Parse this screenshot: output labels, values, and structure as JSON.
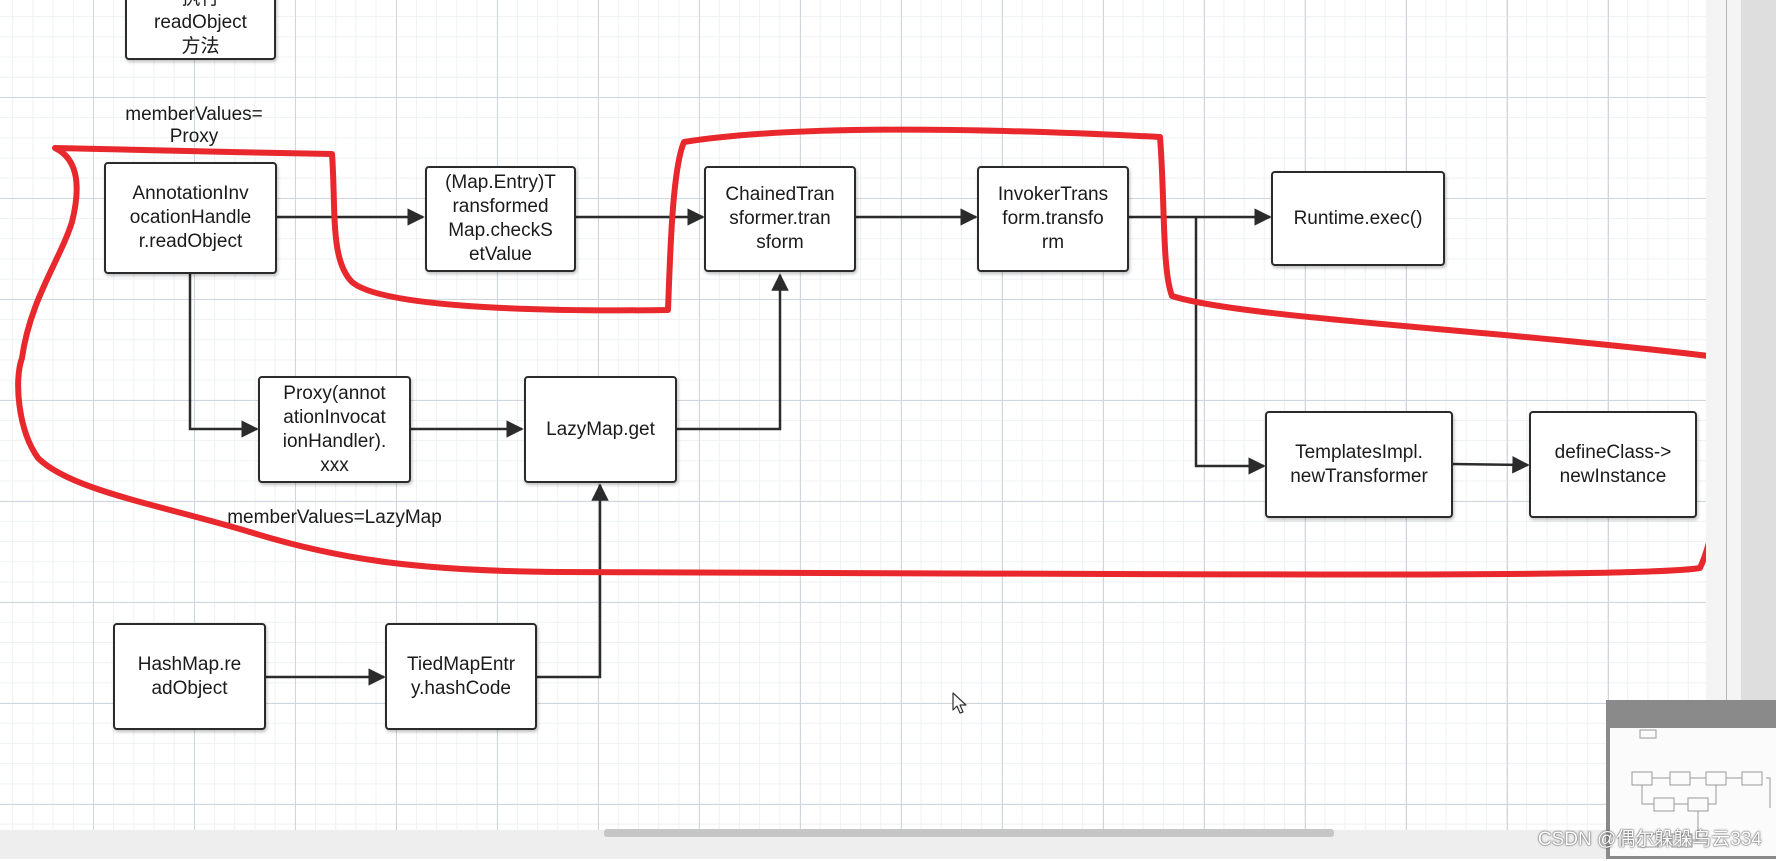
{
  "nodes": {
    "exec_readobject": "执行\nreadObject\n方法",
    "annotation": "AnnotationInv\nocationHandle\nr.readObject",
    "checksetvalue": "(Map.Entry)T\nransformed\nMap.checkS\netValue",
    "chained": "ChainedTran\nsformer.tran\nsform",
    "invoker": "InvokerTrans\nform.transfo\nrm",
    "runtime": "Runtime.exec()",
    "proxy": "Proxy(annot\nationInvocat\nionHandler).\nxxx",
    "lazymap": "LazyMap.get",
    "templates": "TemplatesImpl.\nnewTransformer",
    "defineclass": "defineClass->\nnewInstance",
    "hashmap": "HashMap.re\nadObject",
    "tiedmap": "TiedMapEntr\ny.hashCode"
  },
  "labels": {
    "member_proxy": "memberValues=\nProxy",
    "member_lazymap": "memberValues=LazyMap"
  },
  "watermark": "CSDN @偶尔躲躲乌云334",
  "colors": {
    "annotation_stroke": "#e8282c",
    "node_border": "#2b2b2b",
    "connector": "#2b2b2b"
  },
  "icons": {
    "cursor": "mouse-pointer-icon"
  }
}
